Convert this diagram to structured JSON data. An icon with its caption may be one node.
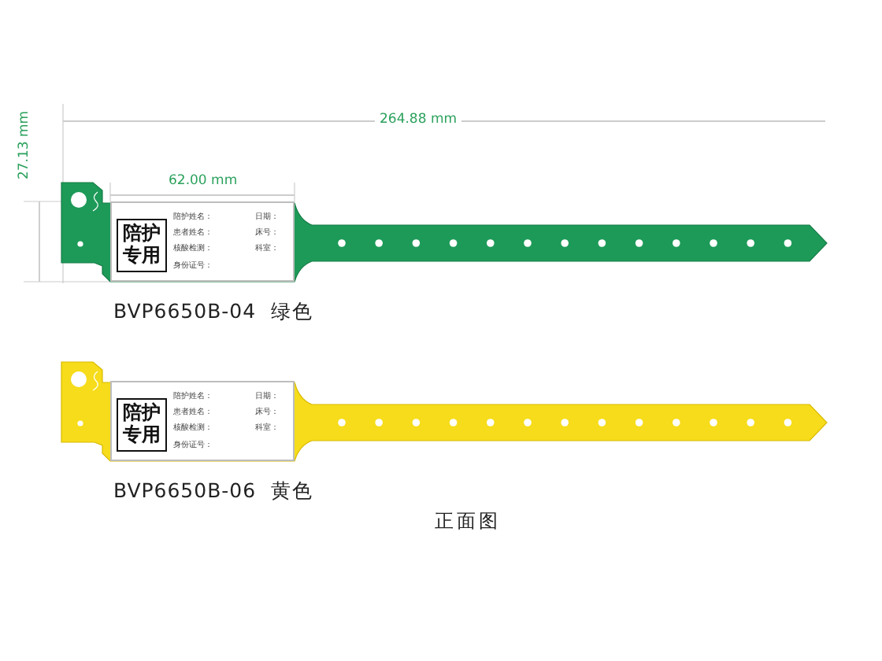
{
  "diagram": {
    "caption": "正面图",
    "labels": [
      "264.88 mm",
      "27.13 mm",
      "62.00 mm",
      "陪护专用",
      "陪护姓名：",
      "日期：",
      "患者姓名：",
      "床号：",
      "核酸检测：",
      "科室：",
      "身份证号：",
      "BVP6650B-04 绿色",
      "陪护专用",
      "陪护姓名：",
      "日期：",
      "患者姓名：",
      "床号：",
      "核酸检测：",
      "科室：",
      "身份证号：",
      "BVP6650B-06 黄色"
    ]
  }
}
